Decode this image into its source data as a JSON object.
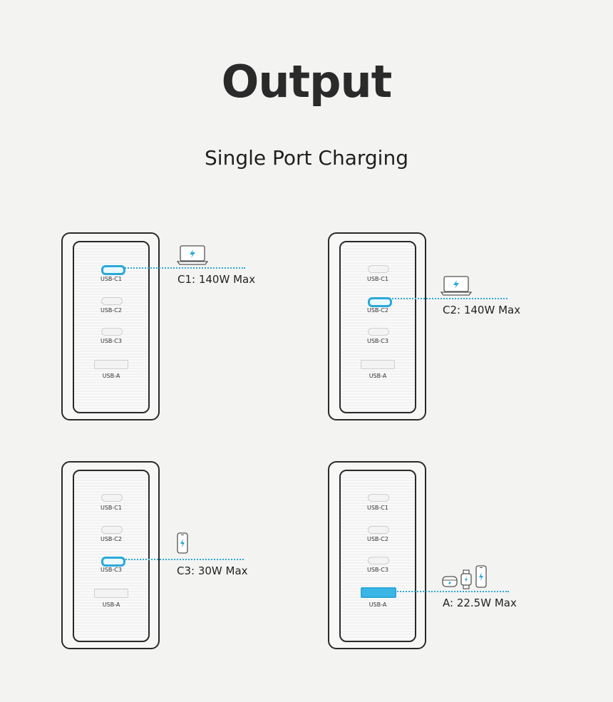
{
  "page": {
    "title": "Output",
    "subtitle": "Single Port Charging"
  },
  "colors": {
    "accent": "#2aa9d9",
    "outline": "#2a2a2a",
    "background": "#f3f3f2"
  },
  "ports": {
    "c1": "USB-C1",
    "c2": "USB-C2",
    "c3": "USB-C3",
    "a": "USB-A"
  },
  "panels": [
    {
      "active_port": "USB-C1",
      "device": "laptop-icon",
      "output": "C1: 140W Max"
    },
    {
      "active_port": "USB-C2",
      "device": "laptop-icon",
      "output": "C2: 140W Max"
    },
    {
      "active_port": "USB-C3",
      "device": "phone-icon",
      "output": "C3: 30W Max"
    },
    {
      "active_port": "USB-A",
      "device": "earbuds-watch-phone-icons",
      "output": "A: 22.5W Max"
    }
  ]
}
